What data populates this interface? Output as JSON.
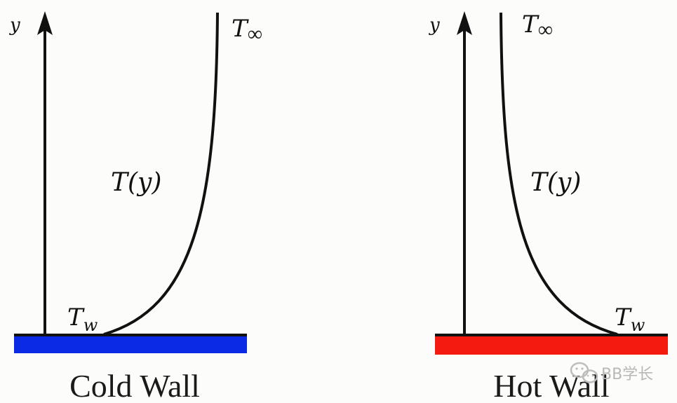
{
  "panels": [
    {
      "axis_label": "y",
      "curve_label": "T(y)",
      "top_label_main": "T",
      "top_label_sub": "∞",
      "wall_label_main": "T",
      "wall_label_sub": "w",
      "caption": "Cold Wall",
      "wall_color": "#0a2ae6"
    },
    {
      "axis_label": "y",
      "curve_label": "T(y)",
      "top_label_main": "T",
      "top_label_sub": "∞",
      "wall_label_main": "T",
      "wall_label_sub": "w",
      "caption": "Hot Wall",
      "wall_color": "#f51a10"
    }
  ],
  "watermark": {
    "text": "BB学长",
    "icon": "wechat-icon"
  },
  "colors": {
    "ink": "#111111",
    "background": "#fcfcfa"
  }
}
